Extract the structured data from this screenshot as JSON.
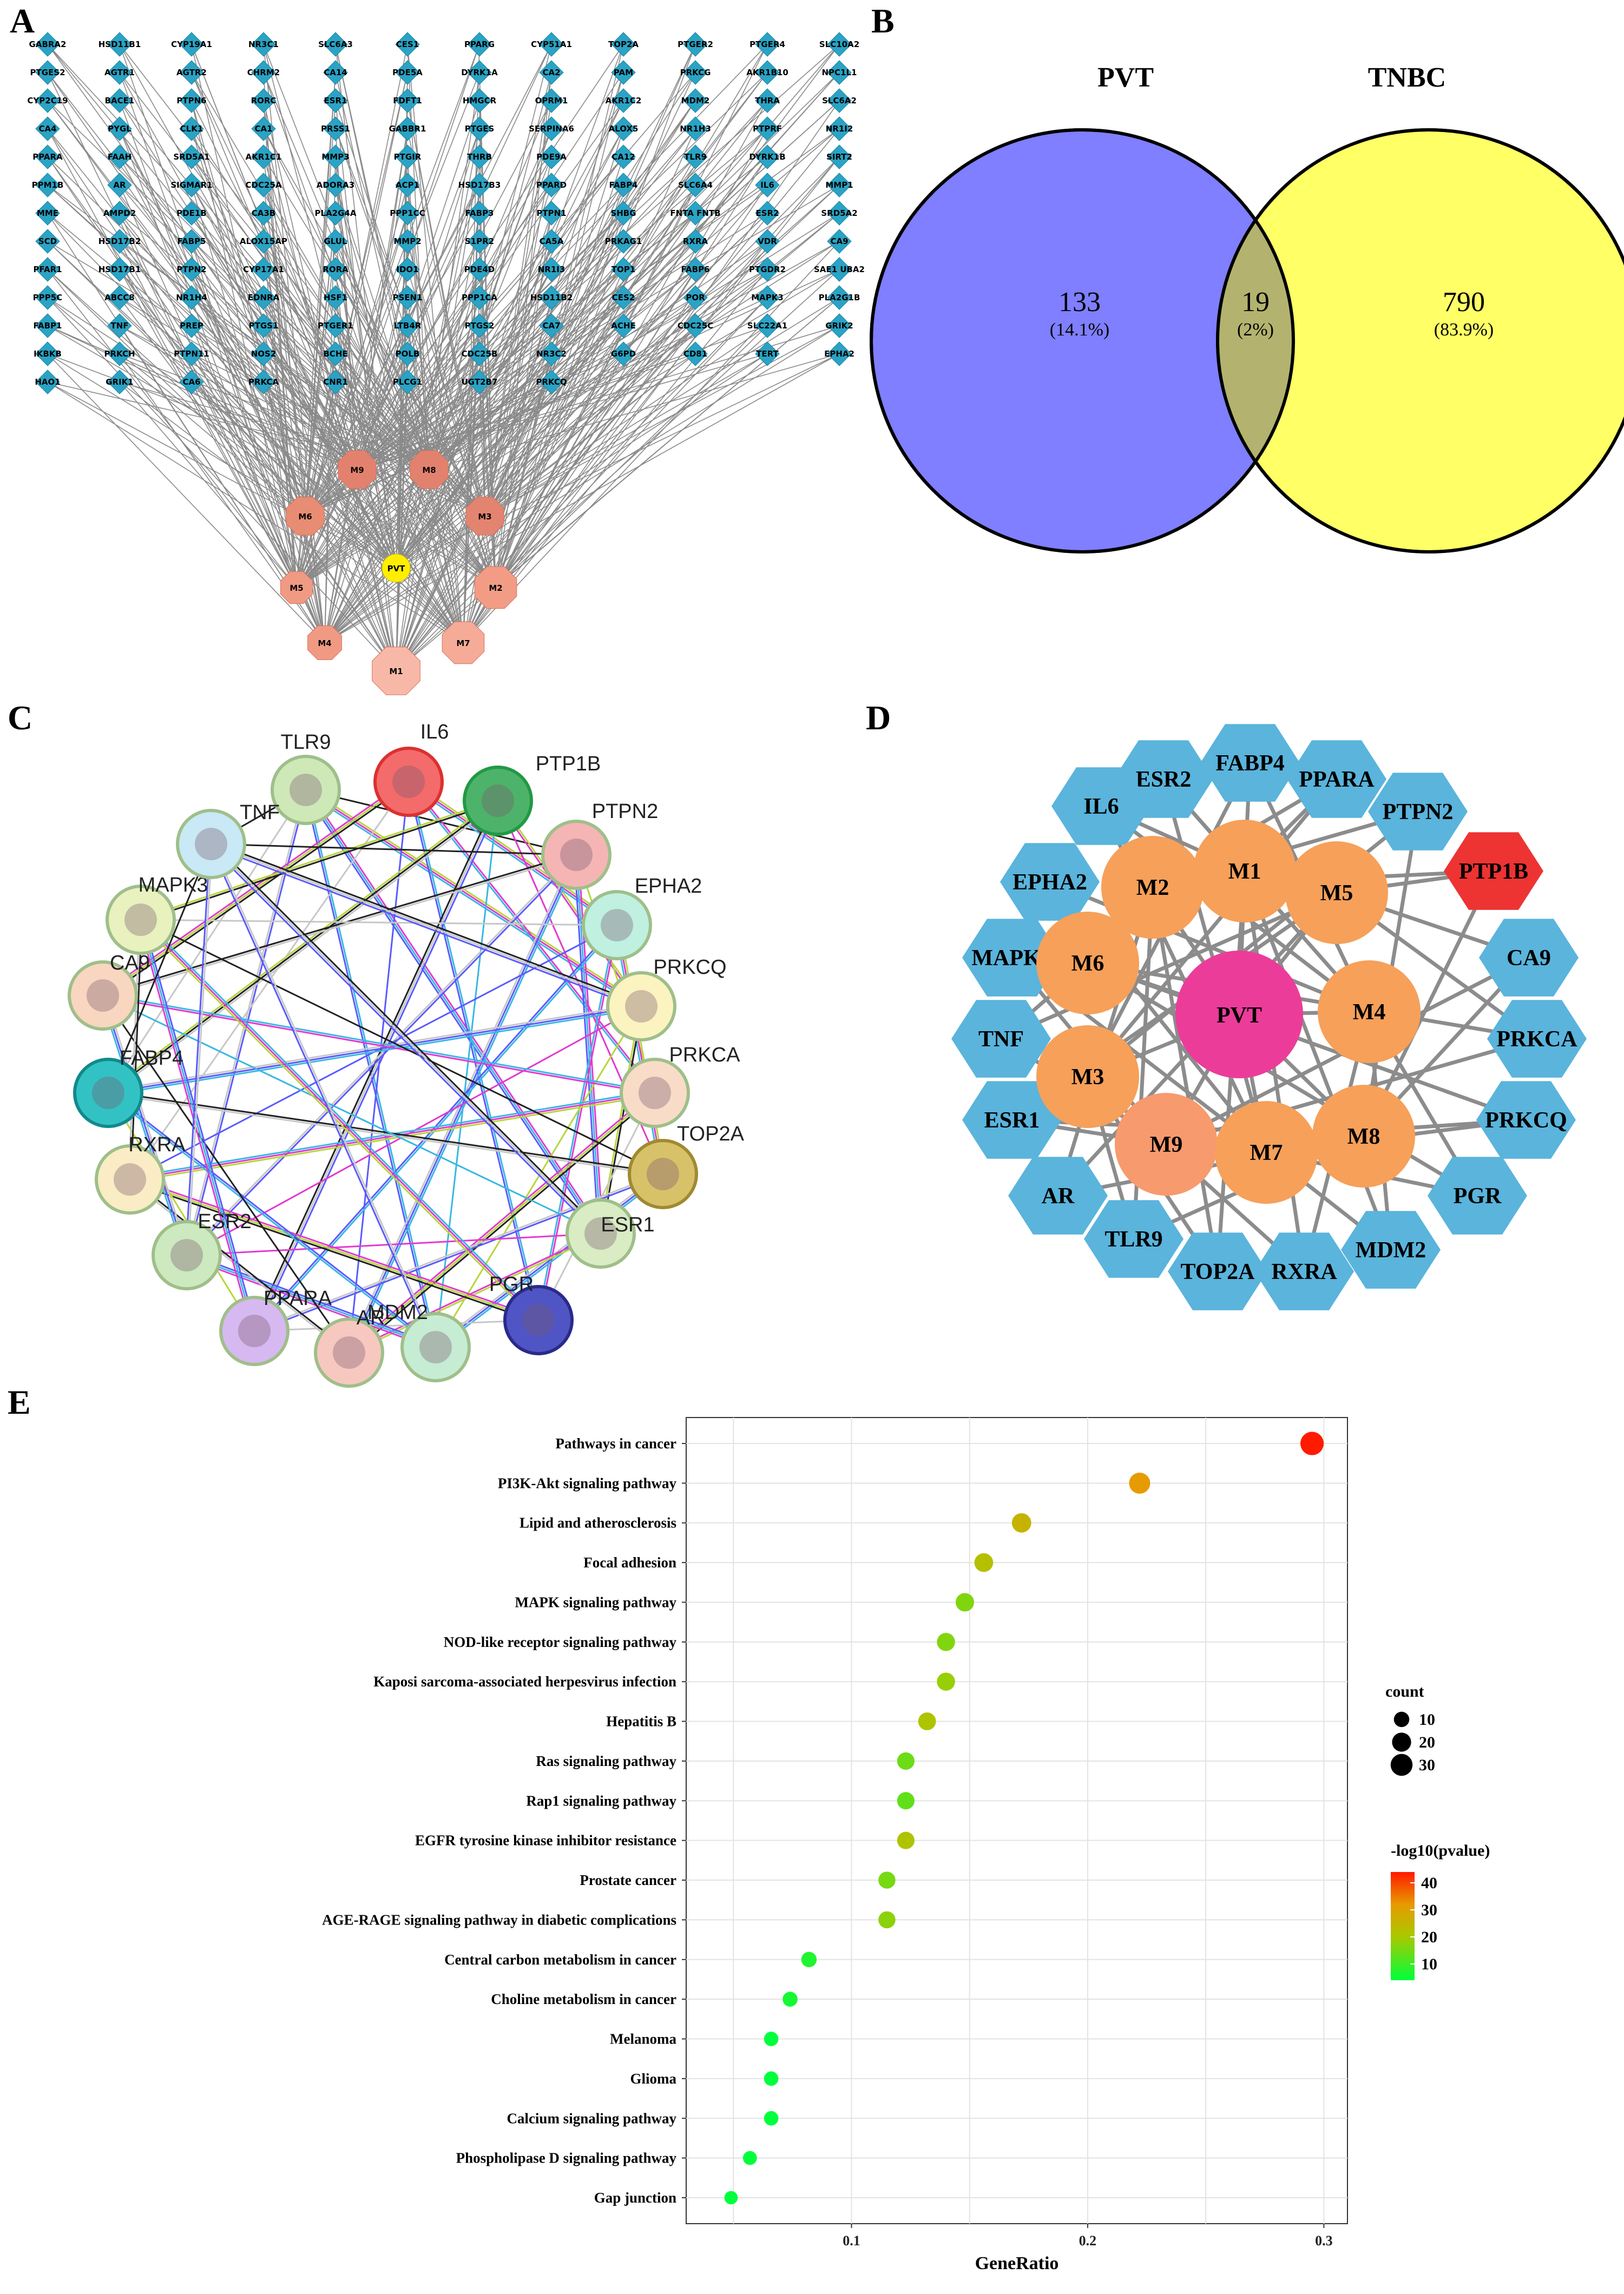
{
  "panels": {
    "A": "A",
    "B": "B",
    "C": "C",
    "D": "D",
    "E": "E"
  },
  "colors": {
    "diamond": "#2aa3c4",
    "grey_edge": "#8c8c8c",
    "venn_left": "#7f7fff",
    "venn_right": "#ffff66",
    "venn_overlap": "#b3b36f",
    "hex": "#5ab4dc",
    "ptp1b": "#ee3333",
    "module": "#f6a05a",
    "pvt": "#ec3c9a"
  },
  "panelA": {
    "targets": [
      [
        "GABRA2",
        "HSD11B1",
        "CYP19A1",
        "NR3C1",
        "SLC6A3",
        "CES1",
        "PPARG",
        "CYP51A1",
        "TOP2A",
        "PTGER2",
        "PTGER4",
        "SLC10A2"
      ],
      [
        "PTGES2",
        "AGTR1",
        "AGTR2",
        "CHRM2",
        "CA14",
        "PDE5A",
        "DYRK1A",
        "CA2",
        "PAM",
        "PRKCG",
        "AKR1B10",
        "NPC1L1"
      ],
      [
        "CYP2C19",
        "BACE1",
        "PTPN6",
        "RORC",
        "ESR1",
        "FDFT1",
        "HMGCR",
        "OPRM1",
        "AKR1C2",
        "MDM2",
        "THRA",
        "SLC6A2"
      ],
      [
        "CA4",
        "PYGL",
        "CLK1",
        "CA1",
        "PRSS1",
        "GABBR1",
        "PTGES",
        "SERPINA6",
        "ALOX5",
        "NR1H3",
        "PTPRF",
        "NR1I2"
      ],
      [
        "PPARA",
        "FAAH",
        "SRD5A1",
        "AKR1C1",
        "MMP3",
        "PTGIR",
        "THRB",
        "PDE9A",
        "CA12",
        "TLR9",
        "DYRK1B",
        "SIRT2"
      ],
      [
        "PPM1B",
        "AR",
        "SIGMAR1",
        "CDC25A",
        "ADORA3",
        "ACP1",
        "HSD17B3",
        "PPARD",
        "FABP4",
        "SLC6A4",
        "IL6",
        "MMP1"
      ],
      [
        "MME",
        "AMPD2",
        "PDE1B",
        "CA3B",
        "PLA2G4A",
        "PPP1CC",
        "FABP3",
        "PTPN1",
        "SHBG",
        "FNTA FNTB",
        "ESR2",
        "SRD5A2"
      ],
      [
        "SCD",
        "HSD17B2",
        "FABP5",
        "ALOX15AP",
        "GLUL",
        "MMP2",
        "S1PR2",
        "CA5A",
        "PRKAG1",
        "RXRA",
        "VDR",
        "CA9"
      ],
      [
        "PFAR1",
        "HSD17B1",
        "PTPN2",
        "CYP17A1",
        "RORA",
        "IDO1",
        "PDE4D",
        "NR1I3",
        "TOP1",
        "FABP6",
        "PTGDR2",
        "SAE1 UBA2"
      ],
      [
        "PPP5C",
        "ABCC8",
        "NR1H4",
        "EDNRA",
        "HSF1",
        "PSEN1",
        "PPP1CA",
        "HSD11B2",
        "CES2",
        "POR",
        "MAPK3",
        "PLA2G1B"
      ],
      [
        "FABP1",
        "TNF",
        "PREP",
        "PTGS1",
        "PTGER1",
        "LTB4R",
        "PTGS2",
        "CA7",
        "ACHE",
        "CDC25C",
        "SLC22A1",
        "GRIK2"
      ],
      [
        "IKBKB",
        "PRKCH",
        "PTPN11",
        "NOS2",
        "BCHE",
        "POLB",
        "CDC25B",
        "NR3C2",
        "G6PD",
        "CD81",
        "TERT",
        "EPHA2"
      ],
      [
        "HAO1",
        "GRIK1",
        "CA6",
        "PRKCA",
        "CNR1",
        "PLCG1",
        "UGT2B7",
        "PRKCQ"
      ]
    ],
    "modules": [
      "M9",
      "M8",
      "M6",
      "M3",
      "PVT",
      "M5",
      "M2",
      "M4",
      "M7",
      "M1"
    ]
  },
  "panelB": {
    "left_label": "PVT",
    "right_label": "TNBC",
    "left_count": "133",
    "left_pct": "(14.1%)",
    "overlap_count": "19",
    "overlap_pct": "(2%)",
    "right_count": "790",
    "right_pct": "(83.9%)"
  },
  "panelC": {
    "nodes": [
      "TLR9",
      "IL6",
      "PTP1B",
      "PTPN2",
      "EPHA2",
      "PRKCQ",
      "PRKCA",
      "TOP2A",
      "ESR1",
      "PGR",
      "MDM2",
      "AR",
      "PPARA",
      "ESR2",
      "RXRA",
      "FABP4",
      "CA9",
      "MAPK3",
      "TNF"
    ]
  },
  "panelD": {
    "hex_nodes": [
      "ESR2",
      "FABP4",
      "PPARA",
      "PTPN2",
      "PTP1B",
      "CA9",
      "PRKCA",
      "PRKCQ",
      "PGR",
      "MDM2",
      "RXRA",
      "TOP2A",
      "TLR9",
      "AR",
      "ESR1",
      "TNF",
      "MAPK3",
      "EPHA2",
      "IL6"
    ],
    "modules": [
      "M1",
      "M2",
      "M5",
      "M6",
      "M4",
      "M3",
      "M8",
      "M9",
      "M7"
    ],
    "center": "PVT"
  },
  "chart_data": {
    "type": "scatter",
    "title": "",
    "xlabel": "GeneRatio",
    "ylabel": "",
    "xticks": [
      "0.1",
      "0.2",
      "0.3"
    ],
    "xlim": [
      0.03,
      0.31
    ],
    "categories": [
      "Pathways in cancer",
      "PI3K-Akt  signaling pathway",
      "Lipid and atherosclerosis",
      "Focal adhesion",
      "MAPK signaling pathway",
      "NOD-like receptor signaling pathway",
      "Kaposi sarcoma-associated herpesvirus infection",
      "Hepatitis B",
      "Ras signaling pathway",
      "Rap1 signaling pathway",
      "EGFR tyrosine kinase inhibitor resistance",
      "Prostate cancer",
      "AGE-RAGE signaling pathway in diabetic complications",
      "Central carbon metabolism in  cancer",
      "Choline metabolism in cancer",
      "Melanoma",
      "Glioma",
      "Calcium signaling pathway",
      "Phospholipase D signaling pathway",
      "Gap junction"
    ],
    "gene_ratio": [
      0.295,
      0.222,
      0.172,
      0.156,
      0.148,
      0.14,
      0.14,
      0.132,
      0.123,
      0.123,
      0.123,
      0.115,
      0.115,
      0.082,
      0.074,
      0.066,
      0.066,
      0.066,
      0.057,
      0.049
    ],
    "count": [
      36,
      27,
      21,
      19,
      18,
      17,
      17,
      16,
      15,
      15,
      15,
      14,
      14,
      10,
      9,
      8,
      8,
      8,
      7,
      6
    ],
    "neg_log10_pvalue": [
      44,
      32,
      26,
      23,
      17,
      17,
      19,
      22,
      15,
      14,
      22,
      16,
      18,
      8,
      7,
      5,
      5,
      5,
      5,
      5
    ],
    "legend_count_title": "count",
    "legend_count_values": [
      "10",
      "20",
      "30"
    ],
    "legend_color_title": "-log10(pvalue)",
    "legend_color_values": [
      "40",
      "30",
      "20",
      "10"
    ]
  }
}
